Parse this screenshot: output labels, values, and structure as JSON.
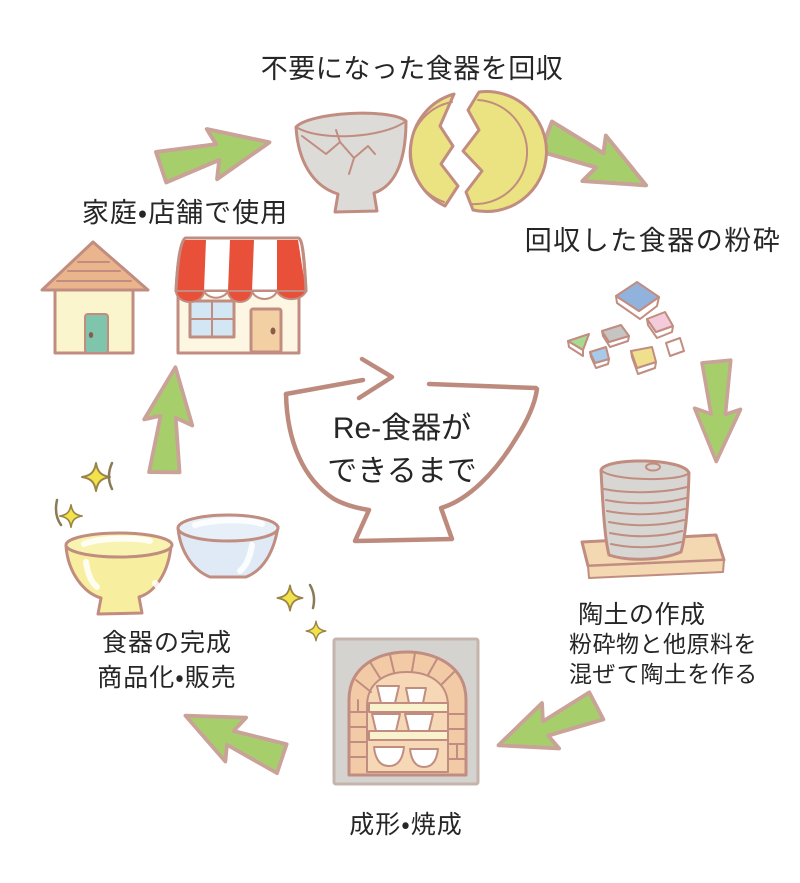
{
  "diagram": {
    "center_title_line1": "Re-食器が",
    "center_title_line2": "できるまで",
    "steps": {
      "collect": {
        "label": "不要になった食器を回収"
      },
      "crush": {
        "label": "回収した食器の粉砕"
      },
      "clay": {
        "label": "陶土の作成",
        "note_line1": "粉砕物と他原料を",
        "note_line2": "混ぜて陶土を作る"
      },
      "firing": {
        "label": "成形・焼成"
      },
      "finished": {
        "label_line1": "食器の完成",
        "label_line2": "商品化・販売"
      },
      "use": {
        "label": "家庭・店舗で使用"
      }
    }
  },
  "colors": {
    "outline": "#c18d80",
    "text": "#262626",
    "arrow_green": "#a6cf6c",
    "cracked_bowl_gray": "#dcdbd7",
    "plate_yellow": "#ebe282",
    "house_roof": "#eab58c",
    "house_body": "#fbf5cd",
    "house_door": "#7fc5ab",
    "shop_awning_red": "#e8503a",
    "shop_body": "#fdf6e2",
    "shop_window": "#d3e6f4",
    "shop_door": "#f3cfa4",
    "clay_gray": "#d7d6d2",
    "clay_board": "#f4d8b2",
    "kiln_gray": "#d4d3cf",
    "kiln_brick": "#f2cba6",
    "kiln_opening": "#f6d7b6",
    "kiln_shelf": "#faf2cc",
    "finished_bowl_yellow": "#f7ef9f",
    "finished_bowl_rim_yellow": "#f9f3b2",
    "finished_bowl_blue": "#dfeaf6",
    "finished_bowl_rim_blue": "#e7f0f8",
    "sparkle_yellow": "#f2e24b",
    "shards": {
      "blue": "#92b2de",
      "pink": "#f3cbdb",
      "gray": "#c6c5c3",
      "green": "#a9da90",
      "light_blue": "#a9c9e8",
      "yellow": "#f0e08d",
      "white": "#ffffff"
    }
  }
}
